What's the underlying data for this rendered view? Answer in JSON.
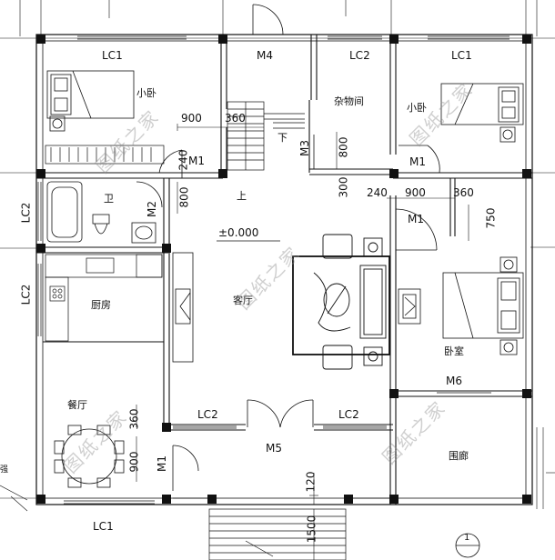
{
  "window_labels": {
    "lc1_top_left": "LC1",
    "lc1_top_right": "LC1",
    "lc1_bottom": "LC1",
    "lc2_top": "LC2",
    "lc2_left_upper": "LC2",
    "lc2_left_lower": "LC2",
    "lc2_hall_left": "LC2",
    "lc2_hall_right": "LC2"
  },
  "door_labels": {
    "m1_left_bedroom": "M1",
    "m1_right_bedroom": "M1",
    "m1_right_lower": "M1",
    "m1_dining": "M1",
    "m2": "M2",
    "m3": "M3",
    "m4": "M4",
    "m5": "M5",
    "m6": "M6"
  },
  "rooms": {
    "small_bedroom_left": "小卧",
    "small_bedroom_right": "小卧",
    "storage": "杂物间",
    "bathroom": "卫",
    "kitchen": "厨房",
    "living_room": "客厅",
    "bedroom": "卧室",
    "dining": "餐厅",
    "veranda": "围廊"
  },
  "dimensions": {
    "d900_left": "900",
    "d360_left": "360",
    "d240_left": "240",
    "d800_left": "800",
    "d800_mid": "800",
    "d300": "300",
    "d240_right": "240",
    "d900_right": "900",
    "d360_right": "360",
    "d750": "750",
    "d360_dining": "360",
    "d900_dining": "900",
    "d120": "120",
    "d1500": "1500"
  },
  "annotations": {
    "elevation": "±0.000",
    "stair_up": "上",
    "stair_down": "下",
    "section_marker": "1",
    "edge_text": "强"
  },
  "watermark": "图纸之家"
}
